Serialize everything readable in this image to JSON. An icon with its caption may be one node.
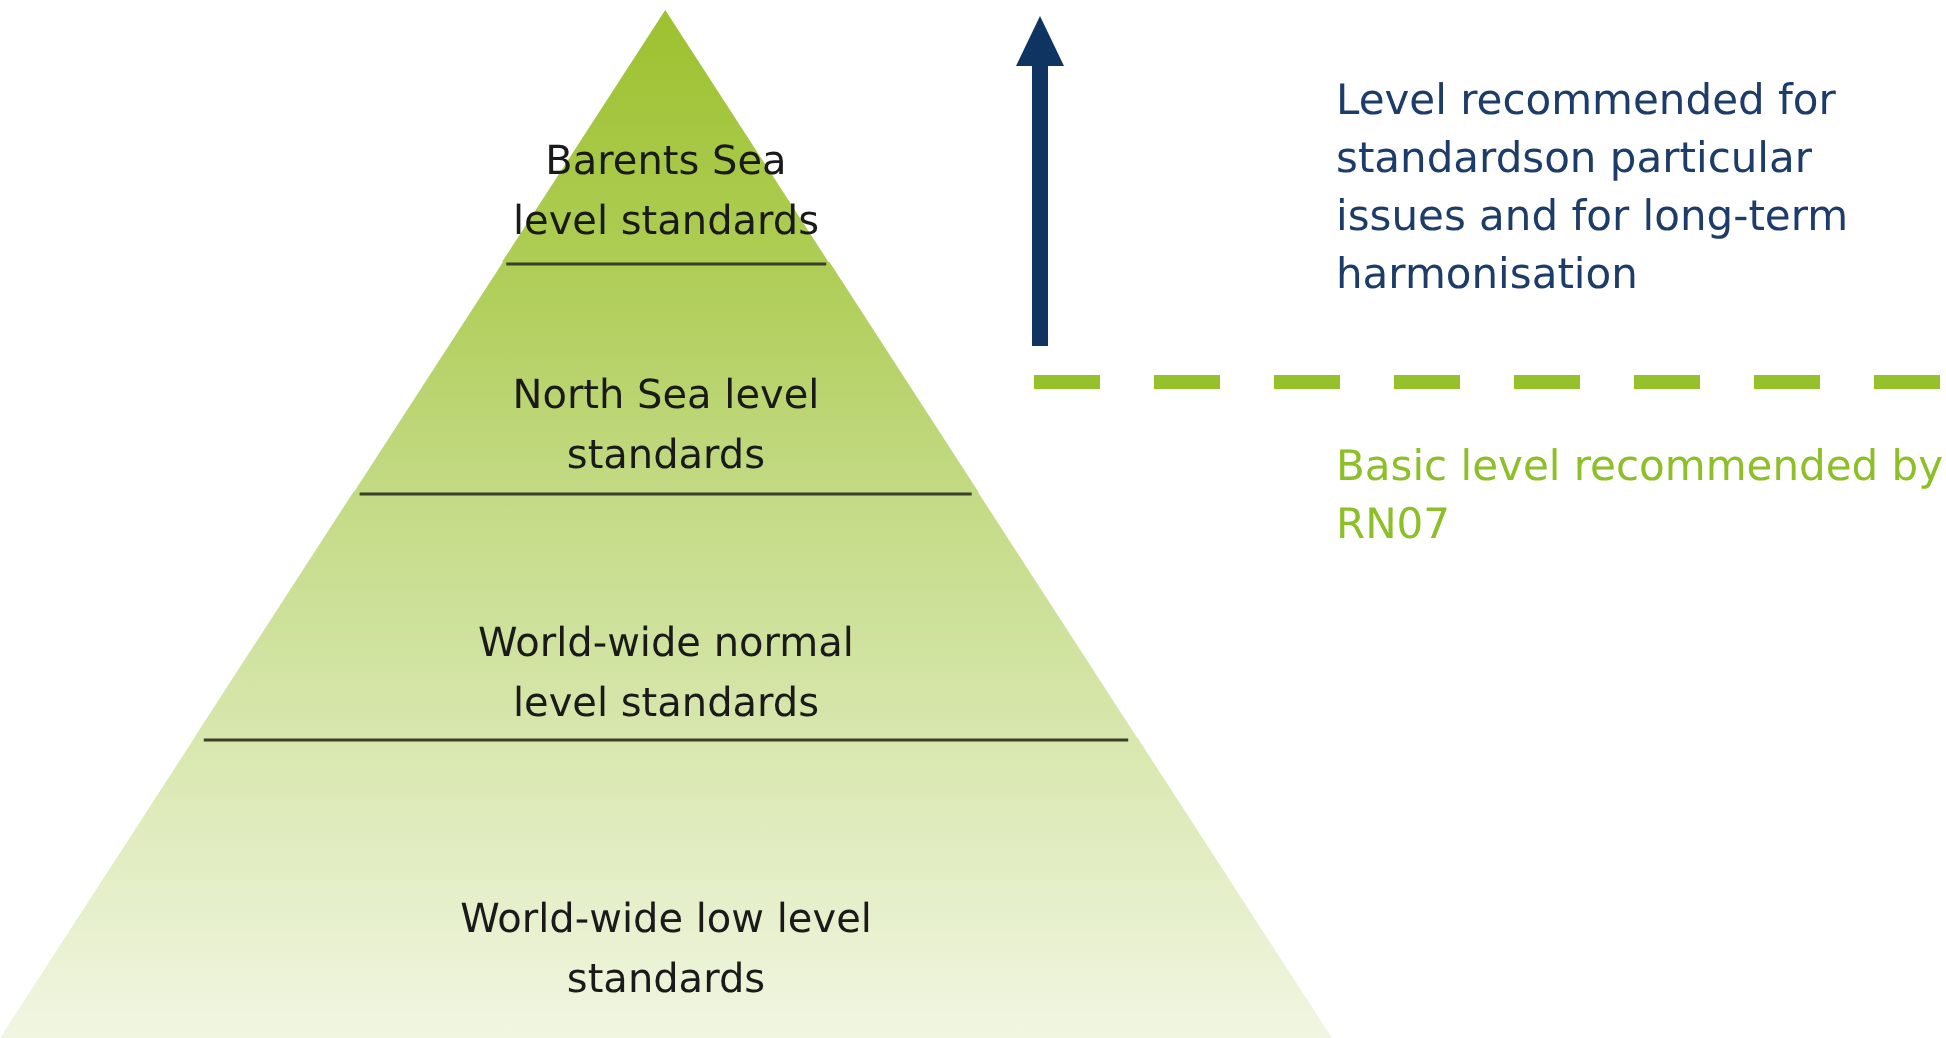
{
  "diagram": {
    "nodes": [
      {
        "text": [
          "Barents Sea level standards"
        ]
      },
      {
        "text": [
          "North Sea level standards"
        ]
      },
      {
        "text": [
          "World-wide normal level standards"
        ]
      },
      {
        "text": [
          "World-wide low level standards"
        ]
      }
    ],
    "labels": [
      "Level recommended for standardson particular issues and for long-term harmonisation",
      "Basic level recommended by RN07"
    ]
  }
}
